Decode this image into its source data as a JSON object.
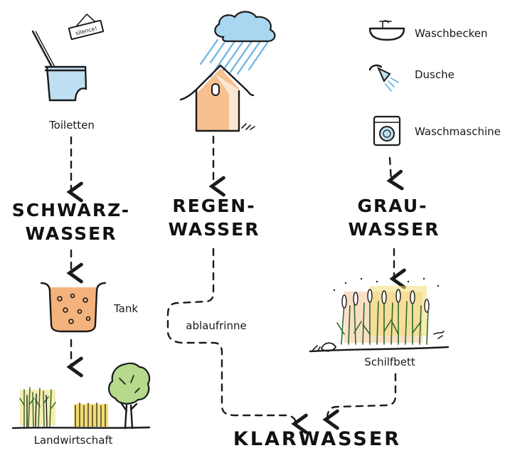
{
  "sources": {
    "toilet_sign": "silence!",
    "toilets": "Toiletten",
    "sink": "Waschbecken",
    "shower": "Dusche",
    "washing_machine": "Waschmaschine"
  },
  "categories": {
    "black_line1": "SCHWARZ-",
    "black_line2": "WASSER",
    "rain_line1": "REGEN-",
    "rain_line2": "WASSER",
    "grey_line1": "GRAU-",
    "grey_line2": "WASSER"
  },
  "stations": {
    "tank": "Tank",
    "gutter": "ablaufrinne",
    "reed_bed": "Schilfbett",
    "agriculture": "Landwirtschaft"
  },
  "result": "KLARWASSER",
  "colors": {
    "ink": "#1a1a1a",
    "water_blue": "#bfe0f2",
    "cloud_blue": "#a9d6f0",
    "rain_blue": "#6bb4e2",
    "house_orange": "#f6c08f",
    "tank_orange": "#f4b37c",
    "tree_green": "#b6d98c",
    "crop_yellow": "#f3dd74"
  }
}
